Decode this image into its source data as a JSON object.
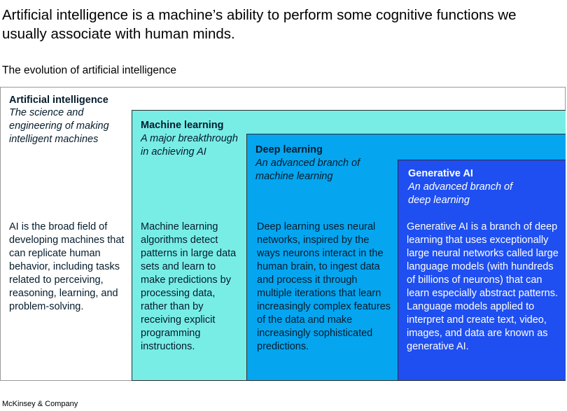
{
  "headline": "Artificial intelligence is a machine’s ability to perform some cognitive functions we usually associate with human minds.",
  "subheading": "The evolution of artificial intelligence",
  "levels": {
    "ai": {
      "title": "Artificial intelligence",
      "tagline": "The science and engineering of making intelligent machines",
      "description": "AI is the broad field of developing machines that can replicate human behavior, including tasks related to perceiving, reasoning, learning, and problem-solving.",
      "color": "#ffffff"
    },
    "ml": {
      "title": "Machine learning",
      "tagline": "A major breakthrough in achieving AI",
      "description": "Machine learning algorithms detect patterns in large data sets and learn to make predictions by processing data, rather than by receiving explicit programming instructions.",
      "color": "#78ede6"
    },
    "dl": {
      "title": "Deep learning",
      "tagline": "An advanced branch of machine learning",
      "description": "Deep learning uses neural networks, inspired by the ways neurons interact in the human brain, to ingest data and process it through multiple iterations that learn increasingly complex features of the data and make increasingly sophisticated predictions.",
      "color": "#05a5ef"
    },
    "gai": {
      "title": "Generative AI",
      "tagline": "An advanced branch of deep learning",
      "description": "Generative AI is a branch of deep learning that uses exceptionally large neural networks called large language models (with hundreds of billions of neurons) that can learn especially abstract patterns. Language models applied to interpret and create text, video, images, and data are known as generative AI.",
      "color": "#1f4ff0"
    }
  },
  "footer": "McKinsey & Company"
}
